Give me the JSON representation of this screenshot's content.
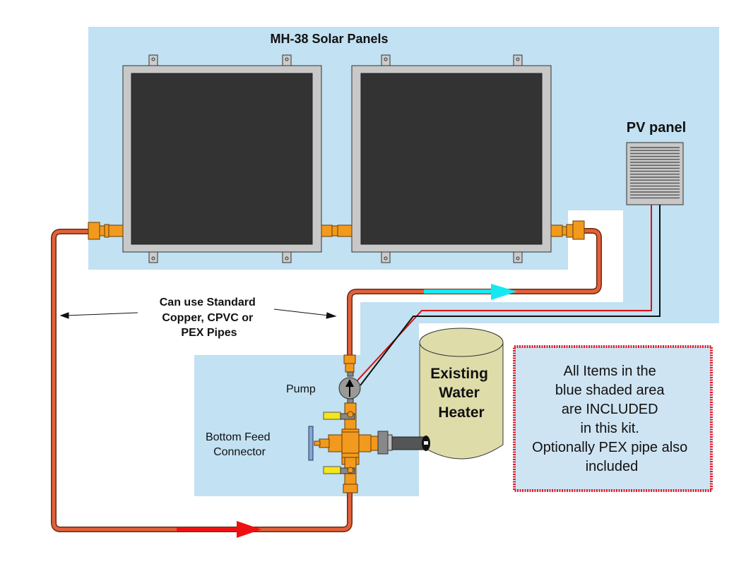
{
  "title": "MH-38 Solar Panels",
  "pv_label": "PV panel",
  "pipes_note": [
    "Can use Standard",
    "Copper, CPVC or",
    "PEX Pipes"
  ],
  "pump_label": "Pump",
  "connector_label": [
    "Bottom Feed",
    "Connector"
  ],
  "heater_label": [
    "Existing",
    "Water",
    "Heater"
  ],
  "kit_note": [
    "All Items in the",
    "blue shaded area",
    "are INCLUDED",
    "in this kit.",
    "Optionally PEX pipe also",
    "included"
  ],
  "colors": {
    "shade": "#c2e1f2",
    "pipe": "#e2613a",
    "hot_flow": "#17e8f0",
    "cold_flow": "#ee1111",
    "panel": "#333333",
    "frame": "#c8c8c8",
    "heater": "#dedca9",
    "brass": "#f29a1e"
  }
}
